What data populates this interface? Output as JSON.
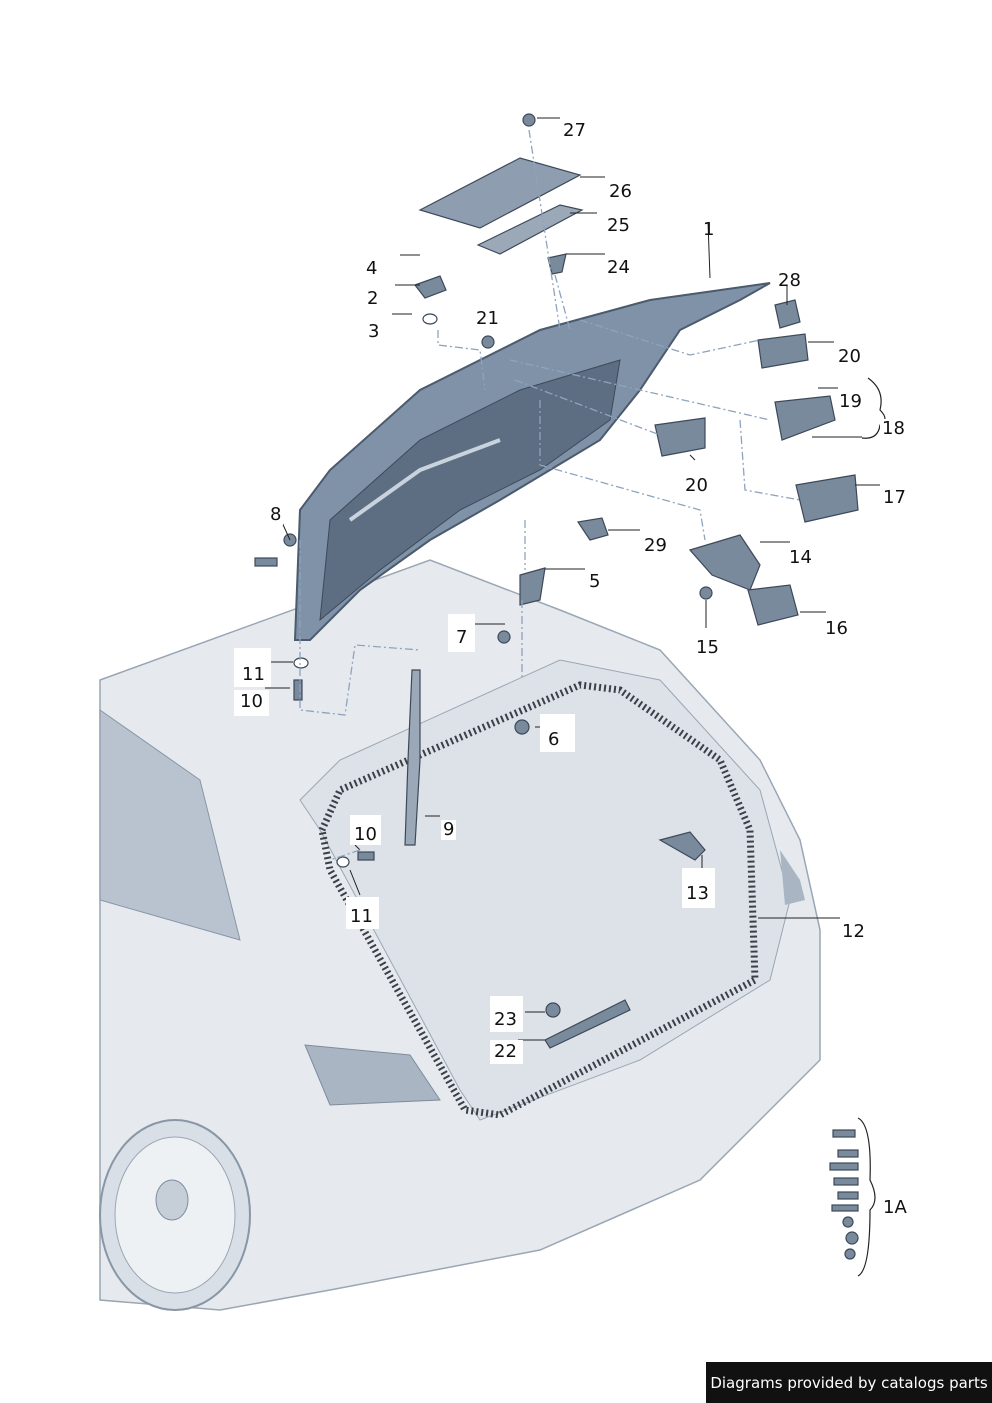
{
  "diagram": {
    "part_labels": [
      "27",
      "26",
      "25",
      "24",
      "1",
      "28",
      "4",
      "2",
      "3",
      "21",
      "20",
      "19",
      "18",
      "20",
      "17",
      "8",
      "29",
      "14",
      "5",
      "16",
      "7",
      "15",
      "11",
      "10",
      "6",
      "9",
      "10",
      "11",
      "13",
      "12",
      "23",
      "22",
      "1A"
    ]
  },
  "footer": {
    "text": "Diagrams provided by catalogs parts"
  },
  "colors": {
    "body": "#e3e7ec",
    "tailgate": "#7f92a8",
    "seal": "#3a3f48",
    "part": "#5d6d80",
    "leader": "#8ea4bd"
  }
}
